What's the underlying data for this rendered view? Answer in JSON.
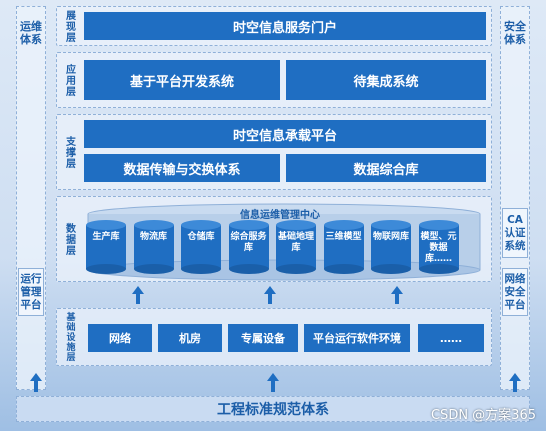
{
  "left_col": {
    "top_label": "运维体系",
    "bottom_label": "运行管理平台"
  },
  "right_col": {
    "top_label": "安全体系",
    "ca_label": "CA认证系统",
    "net_label": "网络安全平台"
  },
  "layers": {
    "display": {
      "tag": "展现层",
      "portal": "时空信息服务门户"
    },
    "application": {
      "tag": "应用层",
      "items": [
        "基于平台开发系统",
        "待集成系统"
      ]
    },
    "support": {
      "tag": "支撑层",
      "platform": "时空信息承载平台",
      "items": [
        "数据传输与交换体系",
        "数据综合库"
      ]
    },
    "data": {
      "tag": "数据层",
      "center": "信息运维管理中心",
      "dbs": [
        "生产库",
        "物流库",
        "仓储库",
        "综合服务库",
        "基础地理库",
        "三维模型",
        "物联网库",
        "模型、元数据库……"
      ]
    },
    "infra": {
      "tag": "基础设施层",
      "items": [
        "网络",
        "机房",
        "专属设备",
        "平台运行软件环境",
        "……"
      ]
    }
  },
  "bottom": "工程标准规范体系",
  "watermark": "CSDN @方案365"
}
